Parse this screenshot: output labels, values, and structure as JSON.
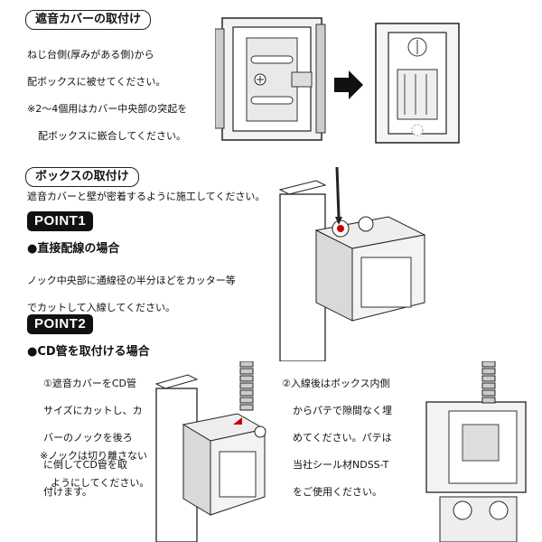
{
  "section1": {
    "title": "遮音カバーの取付け",
    "desc_line1": "ねじ台側(厚みがある側)から",
    "desc_line2": "配ボックスに被せてください。",
    "desc_line3": "※2～4個用はカバー中央部の突起を",
    "desc_line4": "配ボックスに嵌合してください。"
  },
  "section2": {
    "title": "ボックスの取付け",
    "desc": "遮音カバーと壁が密着するように施工してください。"
  },
  "point1": {
    "badge": "POINT1",
    "heading": "●直接配線の場合",
    "desc_line1": "ノック中央部に通線径の半分ほどをカッター等",
    "desc_line2": "でカットして入線してください。"
  },
  "point2": {
    "badge": "POINT2",
    "heading": "●CD管を取付ける場合",
    "step1_line1": "①遮音カバーをCD管",
    "step1_line2": "サイズにカットし、カ",
    "step1_line3": "バーのノックを後ろ",
    "step1_line4": "に倒してCD管を取",
    "step1_line5": "付けます。",
    "note_line1": "※ノックは切り離さない",
    "note_line2": "ようにしてください。",
    "step2_line1": "②入線後はボックス内側",
    "step2_line2": "からパテで隙間なく埋",
    "step2_line3": "めてください。パテは",
    "step2_line4": "当社シール材NDSS-T",
    "step2_line5": "をご使用ください。"
  }
}
